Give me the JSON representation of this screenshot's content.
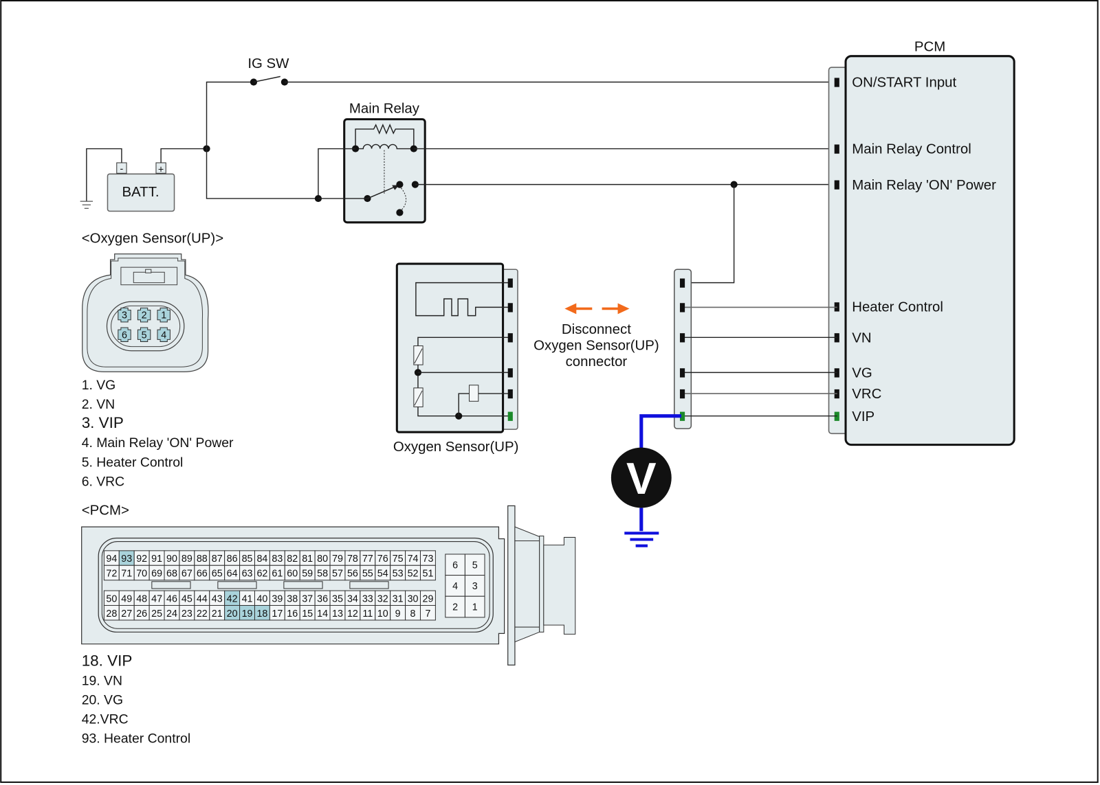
{
  "diagram": {
    "ig_switch_label": "IG SW",
    "main_relay_label": "Main Relay",
    "battery_label": "BATT.",
    "battery_neg": "-",
    "battery_pos": "+",
    "pcm_title": "PCM",
    "pcm_pins": [
      {
        "label": "ON/START Input",
        "color": "black"
      },
      {
        "label": "Main Relay Control",
        "color": "black"
      },
      {
        "label": "Main Relay 'ON' Power",
        "color": "black"
      },
      {
        "label": "Heater Control",
        "color": "black"
      },
      {
        "label": "VN",
        "color": "black"
      },
      {
        "label": "VG",
        "color": "black"
      },
      {
        "label": "VRC",
        "color": "black"
      },
      {
        "label": "VIP",
        "color": "green"
      }
    ],
    "sensor_label": "Oxygen Sensor(UP)",
    "instruction": [
      "Disconnect",
      "Oxygen Sensor(UP)",
      "connector"
    ],
    "meter_symbol": "V",
    "highlight_color": "#1e7f2c",
    "probe_color": "#1010dd",
    "arrow_color": "#f26a1b"
  },
  "o2_connector": {
    "title": "<Oxygen Sensor(UP)>",
    "pins_top": [
      "3",
      "2",
      "1"
    ],
    "pins_bottom": [
      "6",
      "5",
      "4"
    ],
    "legend": [
      {
        "text": "1. VG",
        "highlight": false
      },
      {
        "text": "2. VN",
        "highlight": false
      },
      {
        "text": "3. VIP",
        "highlight": true
      },
      {
        "text": "4. Main Relay 'ON' Power",
        "highlight": false
      },
      {
        "text": "5. Heater Control",
        "highlight": false
      },
      {
        "text": "6. VRC",
        "highlight": false
      }
    ]
  },
  "pcm_connector": {
    "title": "<PCM>",
    "row1": [
      "94",
      "93",
      "92",
      "91",
      "90",
      "89",
      "88",
      "87",
      "86",
      "85",
      "84",
      "83",
      "82",
      "81",
      "80",
      "79",
      "78",
      "77",
      "76",
      "75",
      "74",
      "73"
    ],
    "row2": [
      "72",
      "71",
      "70",
      "69",
      "68",
      "67",
      "66",
      "65",
      "64",
      "63",
      "62",
      "61",
      "60",
      "59",
      "58",
      "57",
      "56",
      "55",
      "54",
      "53",
      "52",
      "51"
    ],
    "row3": [
      "50",
      "49",
      "48",
      "47",
      "46",
      "45",
      "44",
      "43",
      "42",
      "41",
      "40",
      "39",
      "38",
      "37",
      "36",
      "35",
      "34",
      "33",
      "32",
      "31",
      "30",
      "29"
    ],
    "row4": [
      "28",
      "27",
      "26",
      "25",
      "24",
      "23",
      "22",
      "21",
      "20",
      "19",
      "18",
      "17",
      "16",
      "15",
      "14",
      "13",
      "12",
      "11",
      "10",
      "9",
      "8",
      "7"
    ],
    "small_block": [
      [
        "6",
        "5"
      ],
      [
        "4",
        "3"
      ],
      [
        "2",
        "1"
      ]
    ],
    "highlighted_pins": [
      "93",
      "42",
      "20",
      "19",
      "18"
    ],
    "legend": [
      {
        "text": "18. VIP",
        "highlight": true
      },
      {
        "text": "19. VN",
        "highlight": false
      },
      {
        "text": "20. VG",
        "highlight": false
      },
      {
        "text": "42.VRC",
        "highlight": false
      },
      {
        "text": "93. Heater Control",
        "highlight": false
      }
    ]
  }
}
